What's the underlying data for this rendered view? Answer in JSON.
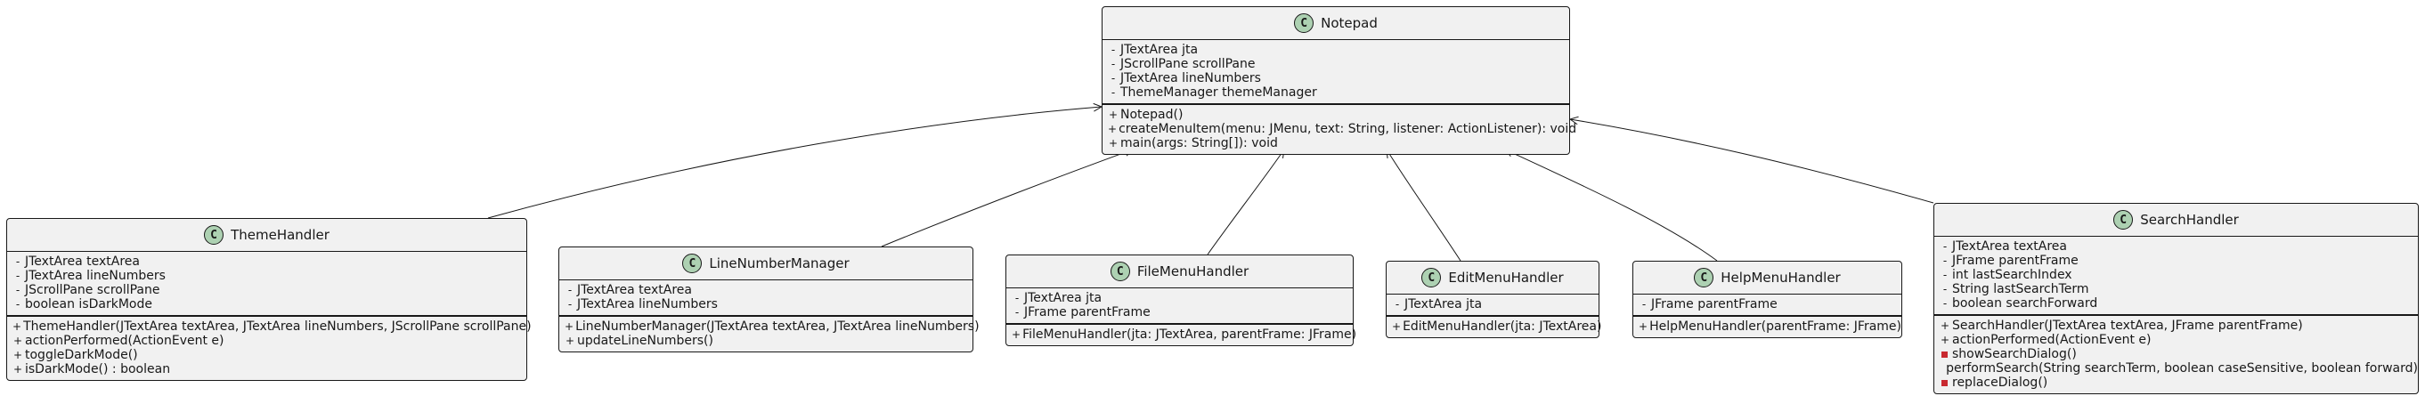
{
  "classes": [
    {
      "id": "notepad",
      "name": "Notepad",
      "stereotype": "C",
      "fields": [
        {
          "vis": "-",
          "text": "JTextArea jta"
        },
        {
          "vis": "-",
          "text": "JScrollPane scrollPane"
        },
        {
          "vis": "-",
          "text": "JTextArea lineNumbers"
        },
        {
          "vis": "-",
          "text": "ThemeManager themeManager"
        }
      ],
      "methods": [
        {
          "vis": "+",
          "text": "Notepad()"
        },
        {
          "vis": "+",
          "text": "createMenuItem(menu: JMenu, text: String, listener: ActionListener): void"
        },
        {
          "vis": "+",
          "text": "main(args: String[]): void"
        }
      ]
    },
    {
      "id": "themehandler",
      "name": "ThemeHandler",
      "stereotype": "C",
      "fields": [
        {
          "vis": "-",
          "text": "JTextArea textArea"
        },
        {
          "vis": "-",
          "text": "JTextArea lineNumbers"
        },
        {
          "vis": "-",
          "text": "JScrollPane scrollPane"
        },
        {
          "vis": "-",
          "text": "boolean isDarkMode"
        }
      ],
      "methods": [
        {
          "vis": "+",
          "text": "ThemeHandler(JTextArea textArea, JTextArea lineNumbers, JScrollPane scrollPane)"
        },
        {
          "vis": "+",
          "text": "actionPerformed(ActionEvent e)"
        },
        {
          "vis": "+",
          "text": "toggleDarkMode()"
        },
        {
          "vis": "+",
          "text": "isDarkMode() : boolean"
        }
      ]
    },
    {
      "id": "linenumbermanager",
      "name": "LineNumberManager",
      "stereotype": "C",
      "fields": [
        {
          "vis": "-",
          "text": "JTextArea textArea"
        },
        {
          "vis": "-",
          "text": "JTextArea lineNumbers"
        }
      ],
      "methods": [
        {
          "vis": "+",
          "text": "LineNumberManager(JTextArea textArea, JTextArea lineNumbers)"
        },
        {
          "vis": "+",
          "text": "updateLineNumbers()"
        }
      ]
    },
    {
      "id": "filemenuhandler",
      "name": "FileMenuHandler",
      "stereotype": "C",
      "fields": [
        {
          "vis": "-",
          "text": "JTextArea jta"
        },
        {
          "vis": "-",
          "text": "JFrame parentFrame"
        }
      ],
      "methods": [
        {
          "vis": "+",
          "text": "FileMenuHandler(jta: JTextArea, parentFrame: JFrame)"
        }
      ]
    },
    {
      "id": "editmenuhandler",
      "name": "EditMenuHandler",
      "stereotype": "C",
      "fields": [
        {
          "vis": "-",
          "text": "JTextArea jta"
        }
      ],
      "methods": [
        {
          "vis": "+",
          "text": "EditMenuHandler(jta: JTextArea)"
        }
      ]
    },
    {
      "id": "helpmenuhandler",
      "name": "HelpMenuHandler",
      "stereotype": "C",
      "fields": [
        {
          "vis": "-",
          "text": "JFrame parentFrame"
        }
      ],
      "methods": [
        {
          "vis": "+",
          "text": "HelpMenuHandler(parentFrame: JFrame)"
        }
      ]
    },
    {
      "id": "searchhandler",
      "name": "SearchHandler",
      "stereotype": "C",
      "fields": [
        {
          "vis": "-",
          "text": "JTextArea textArea"
        },
        {
          "vis": "-",
          "text": "JFrame parentFrame"
        },
        {
          "vis": "-",
          "text": "int lastSearchIndex"
        },
        {
          "vis": "-",
          "text": "String lastSearchTerm"
        },
        {
          "vis": "-",
          "text": "boolean searchForward"
        }
      ],
      "methods": [
        {
          "vis": "+",
          "text": "SearchHandler(JTextArea textArea, JFrame parentFrame)"
        },
        {
          "vis": "+",
          "text": "actionPerformed(ActionEvent e)"
        },
        {
          "vis": "priv",
          "text": "showSearchDialog()"
        },
        {
          "vis": "priv",
          "text": "performSearch(String searchTerm, boolean caseSensitive, boolean forward)"
        },
        {
          "vis": "priv",
          "text": "replaceDialog()"
        }
      ]
    }
  ],
  "relations": [
    {
      "from": "themehandler",
      "to": "notepad"
    },
    {
      "from": "linenumbermanager",
      "to": "notepad"
    },
    {
      "from": "filemenuhandler",
      "to": "notepad"
    },
    {
      "from": "editmenuhandler",
      "to": "notepad"
    },
    {
      "from": "helpmenuhandler",
      "to": "notepad"
    },
    {
      "from": "searchhandler",
      "to": "notepad"
    }
  ],
  "colors": {
    "class_fill": "#f1f1f1",
    "circle_fill": "#add1b2",
    "line": "#181818",
    "private_method": "#c82930"
  }
}
